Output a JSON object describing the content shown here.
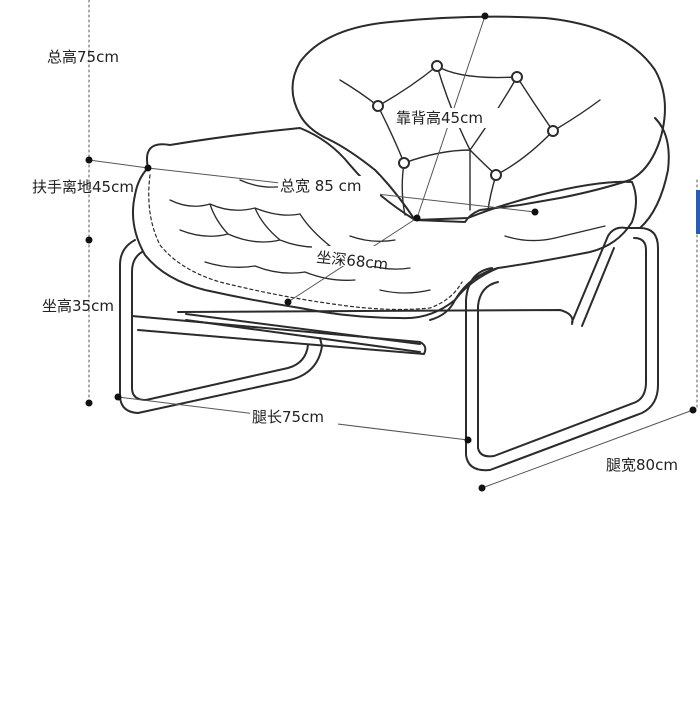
{
  "diagram": {
    "labels": {
      "total_height": "总高75cm",
      "armrest_height": "扶手离地45cm",
      "total_width": "总宽 85 cm",
      "backrest_height": "靠背高45cm",
      "seat_depth": "坐深68cm",
      "seat_height": "坐高35cm",
      "leg_length": "腿长75cm",
      "leg_width": "腿宽80cm"
    },
    "colors": {
      "ink": "#222222",
      "edge_accent": "#2a5db0"
    }
  }
}
